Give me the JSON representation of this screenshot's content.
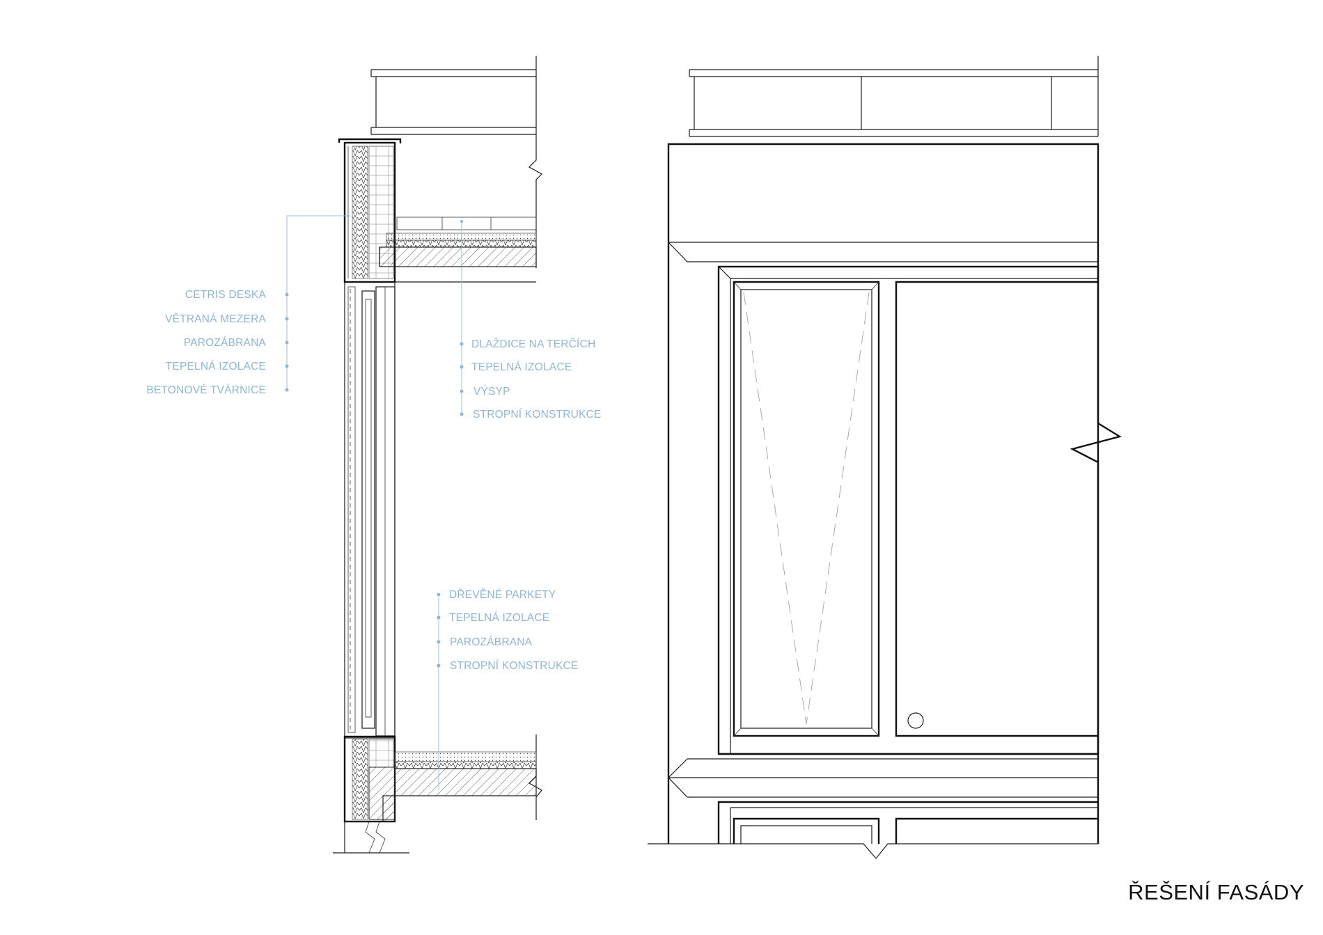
{
  "title": "ŘEŠENÍ FASÁDY",
  "wall_layers": [
    "CETRIS DESKA",
    "VĚTRANÁ MEZERA",
    "PAROZÁBRANA",
    "TEPELNÁ IZOLACE",
    "BETONOVÉ TVÁRNICE"
  ],
  "roof_layers": [
    "DLAŽDICE NA TERČÍCH",
    "TEPELNÁ IZOLACE",
    "VÝSYP",
    "STROPNÍ KONSTRUKCE"
  ],
  "floor_layers": [
    "DŘEVĚNÉ PARKETY",
    "TEPELNÁ IZOLACE",
    "PAROZÁBRANA",
    "STROPNÍ KONSTRUKCE"
  ],
  "colors": {
    "label": "#8fb6d8",
    "leader": "#9cc2e2",
    "linework": "#1a1a1a",
    "title": "#111111"
  }
}
